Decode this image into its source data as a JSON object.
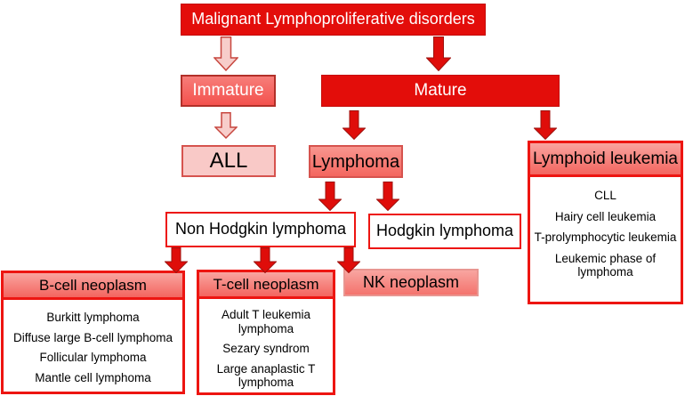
{
  "diagram": {
    "root": "Malignant Lymphoproliferative disorders",
    "immature": "Immature",
    "mature": "Mature",
    "all": "ALL",
    "lymphoma": "Lymphoma",
    "lymphoid_leukemia": {
      "title": "Lymphoid leukemia",
      "items": [
        "CLL",
        "Hairy cell leukemia",
        "T-prolymphocytic leukemia",
        "Leukemic phase of lymphoma"
      ]
    },
    "non_hodgkin": "Non Hodgkin lymphoma",
    "hodgkin": "Hodgkin lymphoma",
    "b_cell": {
      "title": "B-cell neoplasm",
      "items": [
        "Burkitt lymphoma",
        "Diffuse large B-cell lymphoma",
        "Follicular lymphoma",
        "Mantle cell lymphoma"
      ]
    },
    "t_cell": {
      "title": "T-cell neoplasm",
      "items": [
        "Adult T leukemia lymphoma",
        "Sezary syndrom",
        "Large anaplastic T lymphoma"
      ]
    },
    "nk": "NK neoplasm"
  },
  "colors": {
    "bright_red": "#E30D0A",
    "salmon": "#F4615C",
    "light_pink": "#F9C9C7",
    "dark_red_border": "#B23029",
    "box_border_red": "#ED1511",
    "pink_border": "#D6534E",
    "rose_border": "#E89691",
    "arrow_red_fill": "#DF0D0A",
    "arrow_red_stroke": "#9E120E",
    "arrow_pink_fill": "#F7CDCA",
    "arrow_pink_stroke": "#C7473F"
  }
}
